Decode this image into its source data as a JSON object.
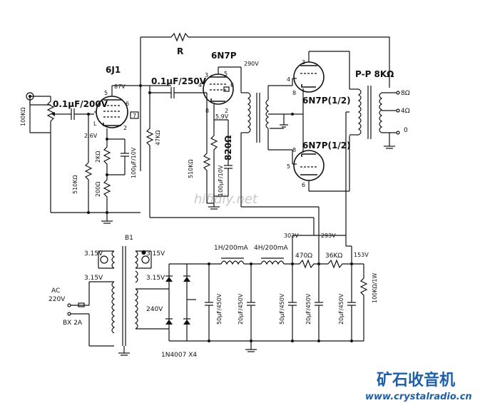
{
  "labels": {
    "r_top": "R",
    "tube_6j1": "6J1",
    "tube_6n7p_driver": "6N7P",
    "tube_6n7p_out_top": "6N7P(1/2)",
    "tube_6n7p_out_bot": "6N7P(1/2)",
    "in_cap": "0.1μF/200V",
    "cpl_cap": "0.1μF/250V",
    "v87": "87V",
    "v26": "2.6V",
    "v59": "5.9V",
    "v290": "290V",
    "pp8k": "P-P 8KΩ",
    "out8": "8Ω",
    "out4": "4Ω",
    "out0": "0",
    "vr100k": "100KΩ",
    "r510k_a": "510KΩ",
    "r2k": "2KΩ",
    "r200": "200Ω",
    "c100u_a": "100μF/10V",
    "r47k": "47KΩ",
    "r510k_b": "510KΩ",
    "r820": "820Ω",
    "c100u_b": "100μF/10V",
    "pin5": "5",
    "pin6": "6",
    "pin7": "7",
    "pinL": "L",
    "pin2": "2",
    "d_pin3": "3",
    "d_pin4": "4",
    "d_pin5": "5",
    "d_pin6": "6",
    "d_pin8": "8",
    "d_pin2": "2",
    "o_pin3": "3",
    "o_pin4": "4",
    "o_pin8a": "8",
    "o_pin8b": "8",
    "o_pin5": "5",
    "o_pin6": "6",
    "b1": "B1",
    "f315a": "3.15V",
    "f315b": "3.15V",
    "f315c": "3.15V",
    "f315d": "3.15V",
    "v240": "240V",
    "ac": "AC",
    "ac220": "220V",
    "fuse": "BX 2A",
    "diodes": "1N4007 X4",
    "l1": "1H/200mA",
    "l2": "4H/200mA",
    "v303": "303V",
    "v293": "293V",
    "v153": "153V",
    "r470": "470Ω",
    "r36k": "36KΩ",
    "r100k1w": "100KΩ/1W",
    "c50_a": "50μF/450V",
    "c20_a": "20μF/450V",
    "c50_b": "50μF/450V",
    "c20_b": "20μF/450V",
    "c20_c": "20μF/450V"
  },
  "watermark": "hifidiy.net",
  "brand": {
    "name": "矿石收音机",
    "site": "www.crystalradio.cn",
    "color": "#1f5fa8"
  }
}
